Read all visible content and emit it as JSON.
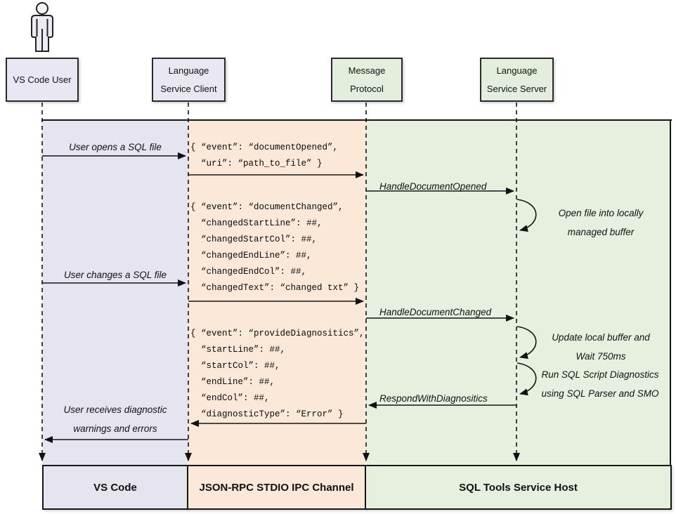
{
  "actors": {
    "user": {
      "label": "VS Code User"
    },
    "client": {
      "label": "Language\nService Client"
    },
    "protocol": {
      "label": "Message\nProtocol"
    },
    "server": {
      "label": "Language\nService Server"
    }
  },
  "messages": {
    "user_opens": "User opens a SQL file",
    "handle_opened": "HandleDocumentOpened",
    "open_file_note": "Open file into locally\nmanaged buffer",
    "user_changes": "User changes a SQL file",
    "handle_changed": "HandleDocumentChanged",
    "update_buffer_note": "Update local buffer and\nWait 750ms",
    "run_diagnostics_note": "Run SQL Script Diagnostics\nusing SQL Parser and SMO",
    "respond_with_diagnostics": "RespondWithDiagnositics",
    "user_receives": "User receives diagnostic\nwarnings and errors"
  },
  "payloads": {
    "document_opened": "{ “event”: “documentOpened”,\n  “uri”: “path_to_file” }",
    "document_changed": "{ “event”: “documentChanged”,\n  “changedStartLine”: ##,\n  “changedStartCol”: ##,\n  “changedEndLine”: ##,\n  “changedEndCol”: ##,\n  “changedText”: “changed txt” }",
    "provide_diagnostics": "{ “event”: “provideDiagnositics”,\n  “startLine”: ##,\n  “startCol”: ##,\n  “endLine”: ##,\n  “endCol”: ##,\n  “diagnosticType”: “Error” }"
  },
  "lanes": {
    "vscode": {
      "label": "VS Code",
      "color": "#E6E4EE"
    },
    "ipc": {
      "label": "JSON-RPC STDIO IPC Channel",
      "color": "#FBE8D9"
    },
    "host": {
      "label": "SQL Tools Service Host",
      "color": "#E7EFDE"
    }
  },
  "colors": {
    "lavender": "#E6E4EE",
    "peach": "#FBE8D9",
    "green": "#E7EFDE",
    "line": "#161616"
  }
}
